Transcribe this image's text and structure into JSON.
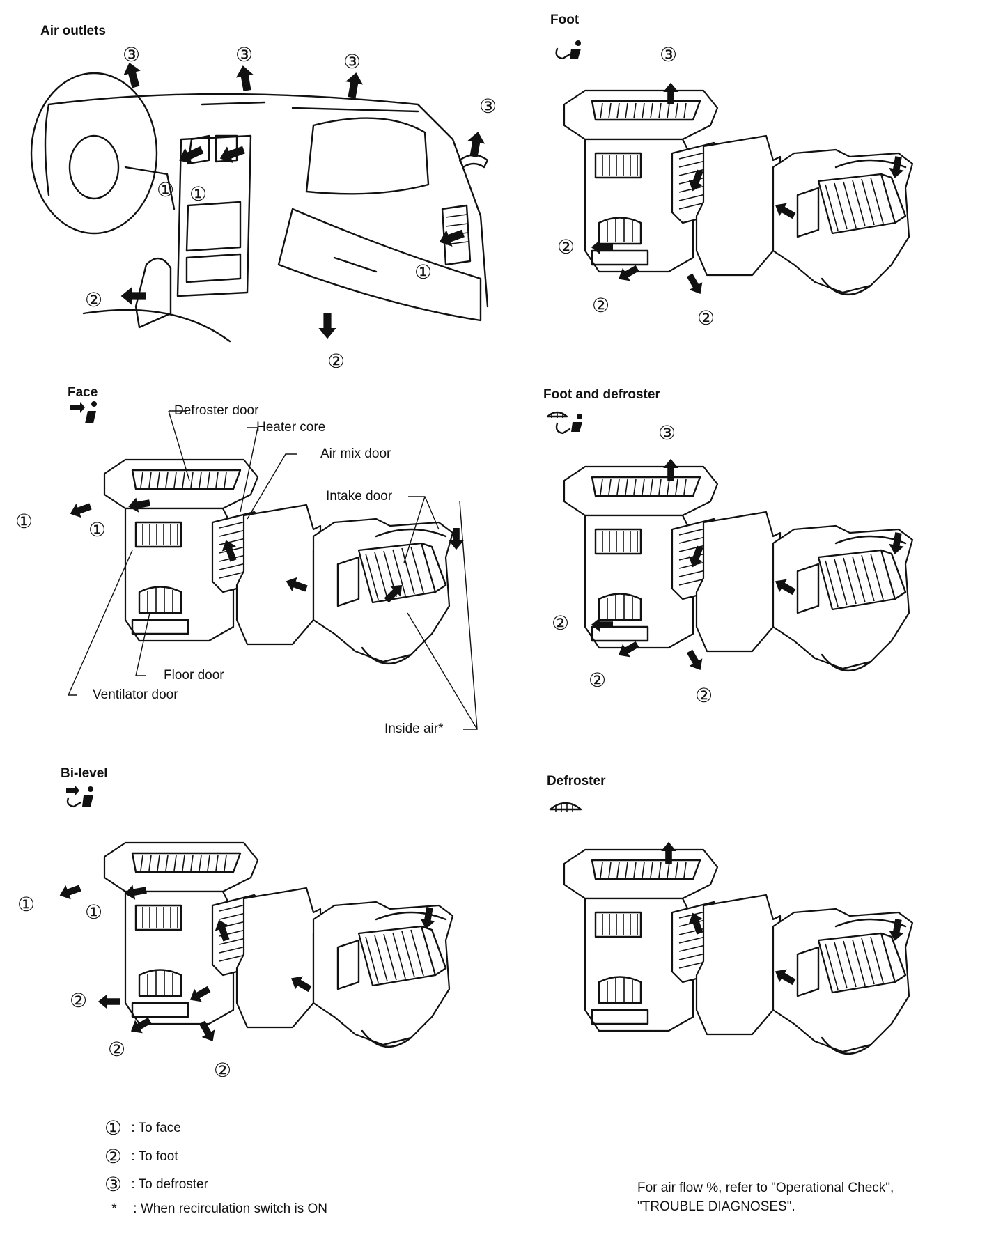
{
  "panels": {
    "air_outlets": {
      "title": "Air outlets"
    },
    "foot": {
      "title": "Foot"
    },
    "face": {
      "title": "Face"
    },
    "foot_defroster": {
      "title": "Foot and defroster"
    },
    "bi_level": {
      "title": "Bi-level"
    },
    "defroster": {
      "title": "Defroster"
    }
  },
  "callouts": {
    "defroster_door": "Defroster door",
    "heater_core": "Heater core",
    "air_mix_door": "Air mix door",
    "intake_door": "Intake door",
    "floor_door": "Floor door",
    "ventilator_door": "Ventilator door",
    "inside_air": "Inside air*"
  },
  "markers": {
    "one": "①",
    "two": "②",
    "three": "③"
  },
  "legend": [
    {
      "symbol": "①",
      "text": ": To face"
    },
    {
      "symbol": "②",
      "text": ": To foot"
    },
    {
      "symbol": "③",
      "text": ": To defroster"
    },
    {
      "symbol": "*",
      "text": ": When recirculation switch is ON"
    }
  ],
  "note": {
    "line1": "For air flow %, refer to \"Operational Check\",",
    "line2": "\"TROUBLE DIAGNOSES\"."
  },
  "icons": [
    "foot-mode-icon",
    "face-mode-icon",
    "foot-defrost-mode-icon",
    "bi-level-mode-icon",
    "defrost-mode-icon"
  ]
}
